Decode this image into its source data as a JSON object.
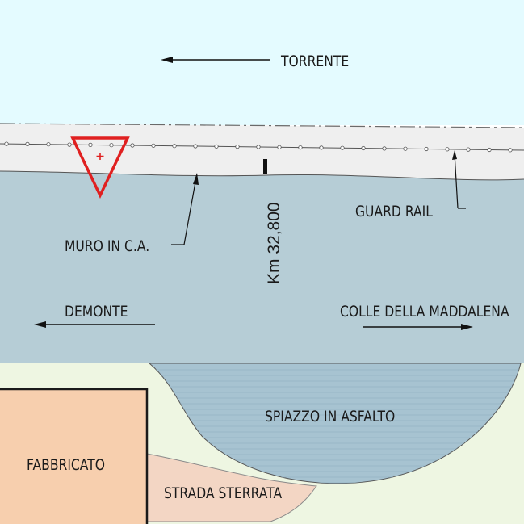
{
  "labels": {
    "torrente": "TORRENTE",
    "guard_rail": "GUARD RAIL",
    "muro": "MURO IN C.A.",
    "km": "Km 32,800",
    "demonte": "DEMONTE",
    "colle": "COLLE DELLA MADDALENA",
    "spiazzo": "SPIAZZO IN ASFALTO",
    "fabbricato": "FABBRICATO",
    "strada": "STRADA STERRATA"
  },
  "colors": {
    "torrente": "#e4fbff",
    "guard_rail_band": "#efefef",
    "road": "#b6cdd6",
    "spiazzo": "#a7c3d1",
    "ground": "#eef6e2",
    "fabbricato": "#f7cfae",
    "strada": "#f3d6c4",
    "warning_sign": "#e02020"
  }
}
